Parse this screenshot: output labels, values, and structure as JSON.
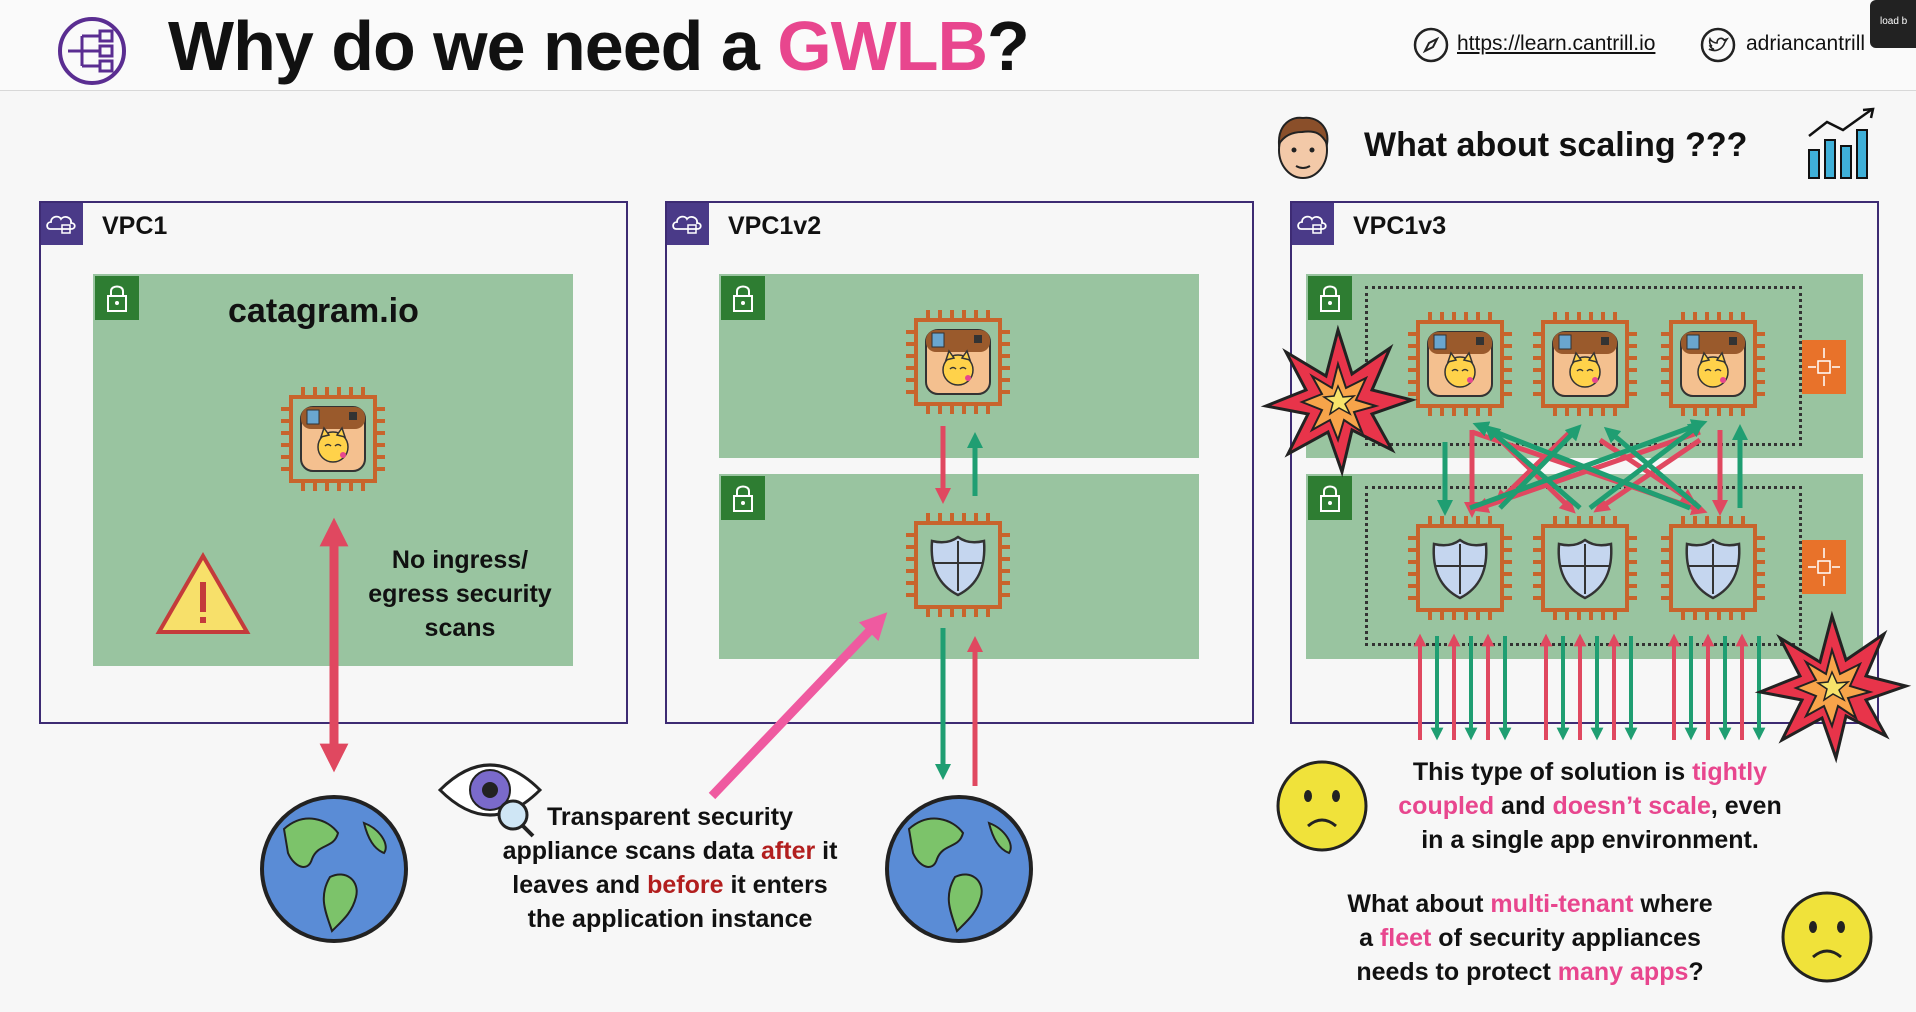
{
  "header": {
    "title_prefix": "Why do we need a ",
    "title_highlight": "GWLB",
    "title_suffix": "?",
    "link_url": "https://learn.cantrill.io",
    "link_twitter": "adriancantrill",
    "load_button": "load b"
  },
  "vpcs": [
    {
      "label": "VPC1",
      "app_name": "catagram.io",
      "note": [
        "No ingress/",
        "egress security",
        "scans"
      ]
    },
    {
      "label": "VPC1v2"
    },
    {
      "label": "VPC1v3"
    }
  ],
  "scaling_question": "What about scaling ???",
  "transparent_note": {
    "line1": "Transparent security",
    "line2_a": "appliance scans data ",
    "line2_b": "after",
    "line2_c": " it",
    "line3_a": "leaves and ",
    "line3_b": "before",
    "line3_c": " it enters",
    "line4": "the application instance"
  },
  "coupled_note": {
    "l1_a": "This type of solution is ",
    "l1_b": "tightly",
    "l2_a": "coupled",
    "l2_b": " and ",
    "l2_c": "doesn’t scale",
    "l2_d": ", even",
    "l3": "in a single app environment."
  },
  "multitenant_note": {
    "l1_a": "What about ",
    "l1_b": "multi-tenant",
    "l1_c": " where",
    "l2_a": "a ",
    "l2_b": "fleet",
    "l2_c": " of security appliances",
    "l3_a": "needs to protect ",
    "l3_b": "many apps",
    "l3_c": "?"
  },
  "colors": {
    "pink": "#e8468e",
    "red": "#b21e1e",
    "subnet_green": "#99c4a0",
    "vpc_border": "#3d2b73",
    "arrow_red": "#e04860",
    "arrow_green": "#1f9e72",
    "chip_orange": "#c8642c"
  },
  "icons": [
    "gwlb-icon",
    "compass-icon",
    "twitter-icon",
    "vpc-cloud-icon",
    "padlock-icon",
    "instance-chip-icon",
    "shield-icon",
    "globe-icon",
    "warning-icon",
    "eye-search-icon",
    "person-icon",
    "bar-chart-icon",
    "explosion-icon",
    "sad-face-icon",
    "load-balancer-icon"
  ]
}
